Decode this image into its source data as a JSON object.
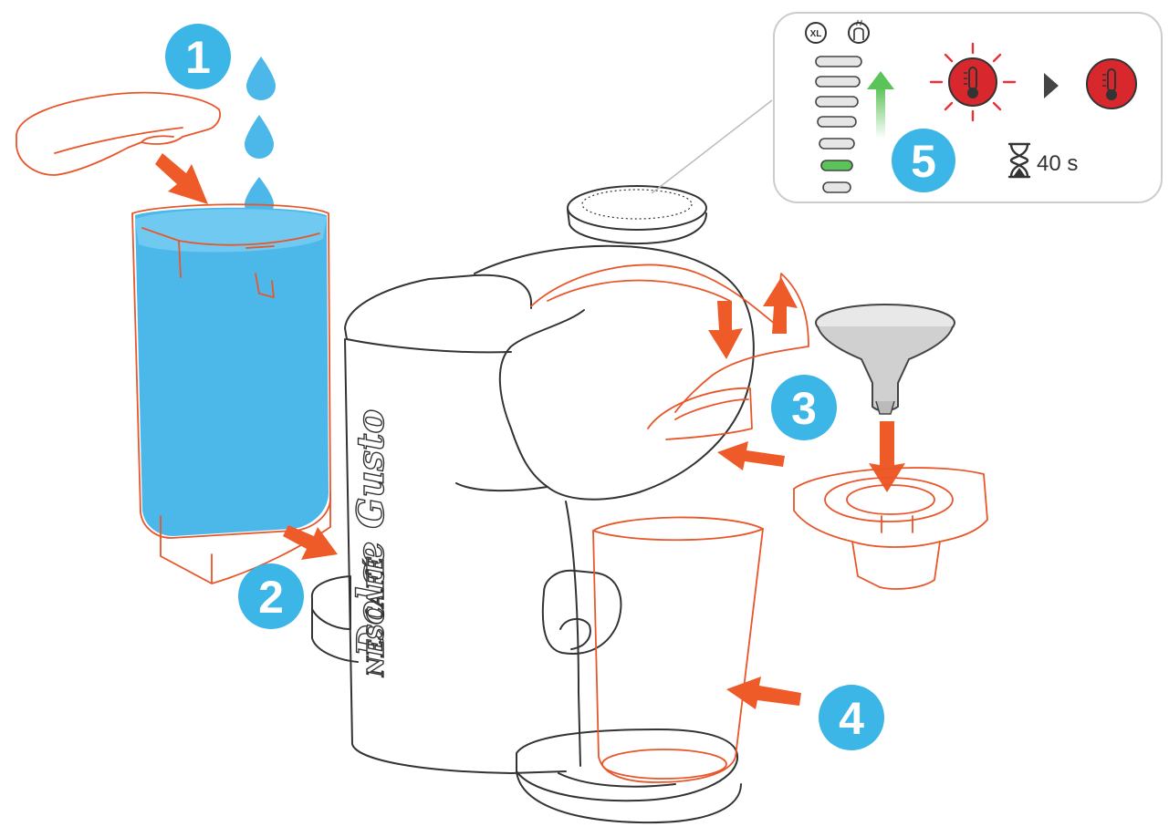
{
  "colors": {
    "accent_blue": "#3bb6e6",
    "water_blue": "#4cb8ea",
    "arrow_orange": "#ee5a28",
    "outline_orange": "#e8562a",
    "alert_red": "#d8282e",
    "progress_green": "#5cc35a"
  },
  "steps": [
    {
      "number": "1",
      "meaning": "fill-water-tank"
    },
    {
      "number": "2",
      "meaning": "insert-water-tank"
    },
    {
      "number": "3",
      "meaning": "insert-capsule-holder"
    },
    {
      "number": "4",
      "meaning": "place-cup"
    },
    {
      "number": "5",
      "meaning": "wait-for-heat-up"
    }
  ],
  "machine": {
    "brand": "Dolce Gusto",
    "maker": "NESCAFÉ"
  },
  "panel": {
    "xl_label": "XL",
    "timer": "40 s",
    "level_bars_total": 7,
    "level_bars_active_index": 5,
    "icons": [
      "xl-icon",
      "mug-icon",
      "up-arrow-icon",
      "thermometer-blinking-icon",
      "play-arrow-icon",
      "thermometer-icon",
      "hourglass-icon"
    ]
  }
}
